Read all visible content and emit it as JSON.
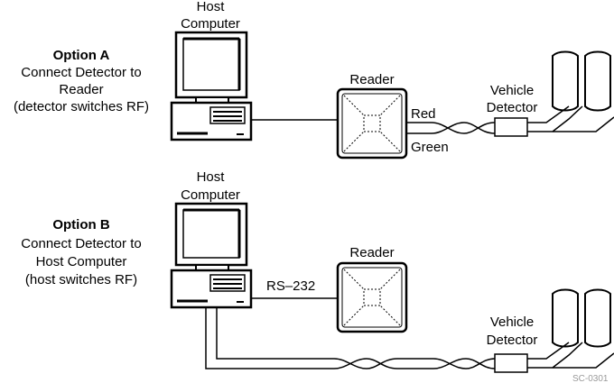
{
  "option_a": {
    "title": "Option A",
    "line1": "Connect Detector to",
    "line2": "Reader",
    "line3": "(detector switches RF)",
    "host_line1": "Host",
    "host_line2": "Computer",
    "reader": "Reader",
    "wire_red": "Red",
    "wire_green": "Green",
    "detector_line1": "Vehicle",
    "detector_line2": "Detector"
  },
  "option_b": {
    "title": "Option B",
    "line1": "Connect Detector to",
    "line2": "Host Computer",
    "line3": "(host switches RF)",
    "host_line1": "Host",
    "host_line2": "Computer",
    "reader": "Reader",
    "link": "RS–232",
    "detector_line1": "Vehicle",
    "detector_line2": "Detector"
  },
  "figure_id": "SC-0301"
}
